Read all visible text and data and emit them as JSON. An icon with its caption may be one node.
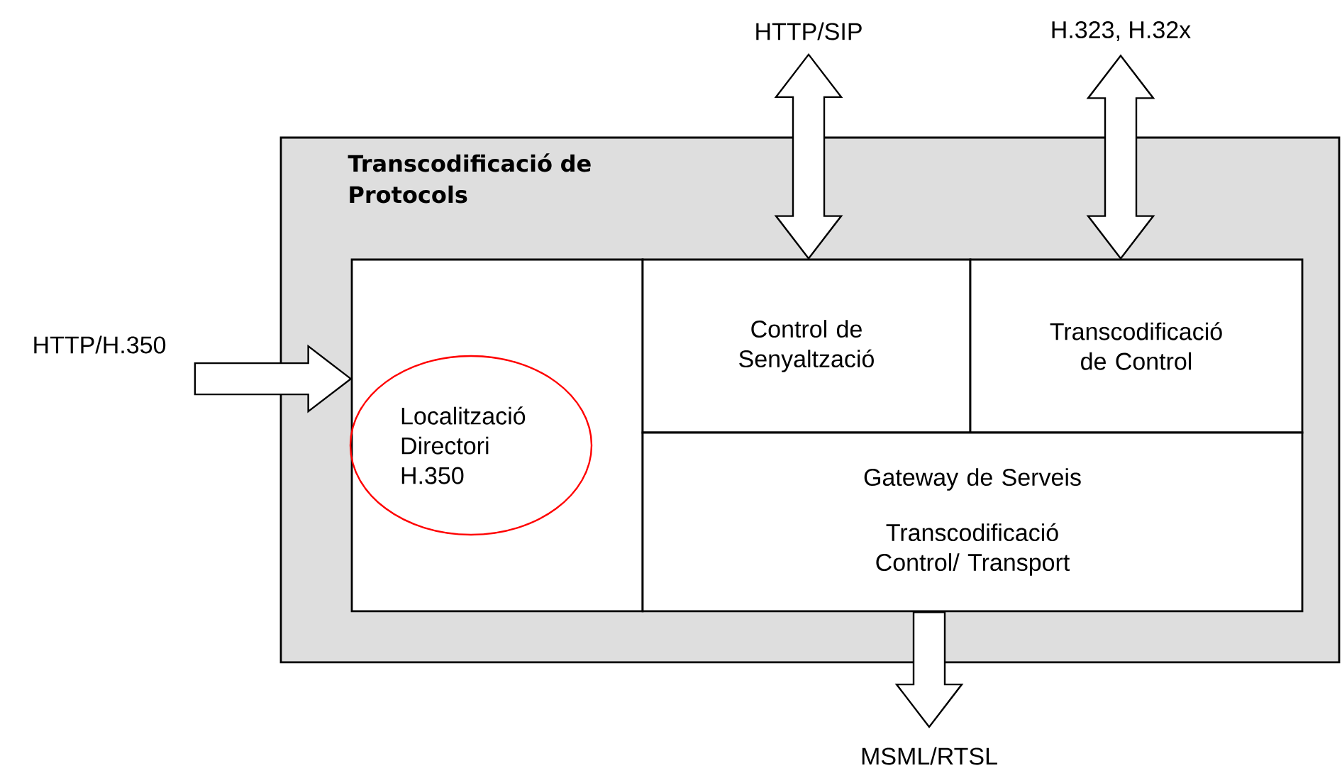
{
  "diagram": {
    "nodes": [
      {
        "text": [
          "Transcodificació de Protocols"
        ]
      },
      {
        "text": [],
        "shape": "box",
        "in": 0
      },
      {
        "text": [
          "Localització Directori H.350"
        ],
        "in": 1
      },
      {
        "text": [
          "Control de Senyaltzació"
        ],
        "in": 0
      },
      {
        "text": [
          "Transcodificació de Control"
        ],
        "in": 0
      },
      {
        "text": [
          "Gateway de Serveis",
          "Transcodificació Control/ Transport"
        ],
        "in": 0
      },
      {
        "text": [
          "HTTP/SIP"
        ]
      },
      {
        "text": [
          "H.323, H.32x"
        ]
      },
      {
        "text": [
          "HTTP/H.350"
        ]
      },
      {
        "text": [
          "MSML/RTSL"
        ]
      }
    ],
    "edges": [
      {
        "from": 6,
        "to": 3,
        "arrow": "both"
      },
      {
        "from": 7,
        "to": 4,
        "arrow": "both"
      },
      {
        "from": 8,
        "to": 1,
        "arrow": "to"
      },
      {
        "from": 5,
        "to": 9,
        "arrow": "to"
      }
    ]
  }
}
